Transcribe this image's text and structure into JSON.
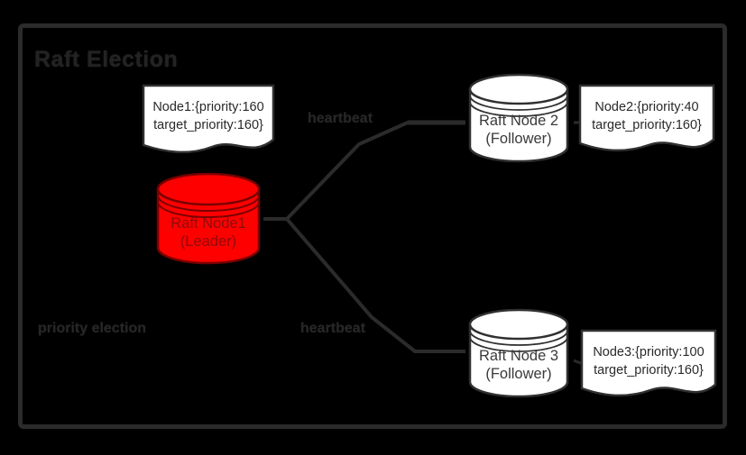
{
  "diagram": {
    "title": "Raft Election",
    "frame_color": "#2b2b2b",
    "background_color": "#000000"
  },
  "nodes": [
    {
      "id": "leader",
      "label": "Raft Node1\n(Leader)",
      "role": "Leader",
      "fill": "#FF0000",
      "text_color": "#8e0a0a"
    },
    {
      "id": "follower-2",
      "label": "Raft Node 2\n(Follower)",
      "role": "Follower",
      "fill": "#FFFFFF",
      "text_color": "#3a3a3a"
    },
    {
      "id": "follower-3",
      "label": "Raft Node 3\n(Follower)",
      "role": "Follower",
      "fill": "#FFFFFF",
      "text_color": "#3a3a3a"
    }
  ],
  "callouts": [
    {
      "id": "node1",
      "text": "Node1:{priority:160\ntarget_priority:160}",
      "node": "Node1",
      "priority": 160,
      "target_priority": 160
    },
    {
      "id": "node2",
      "text": "Node2:{priority:40\ntarget_priority:160}",
      "node": "Node2",
      "priority": 40,
      "target_priority": 160
    },
    {
      "id": "node3",
      "text": "Node3:{priority:100\ntarget_priority:160}",
      "node": "Node3",
      "priority": 100,
      "target_priority": 160
    }
  ],
  "edge_labels": {
    "heartbeat": "heartbeat"
  },
  "legend": {
    "left": "priority election",
    "bottom": "heartbeat"
  }
}
